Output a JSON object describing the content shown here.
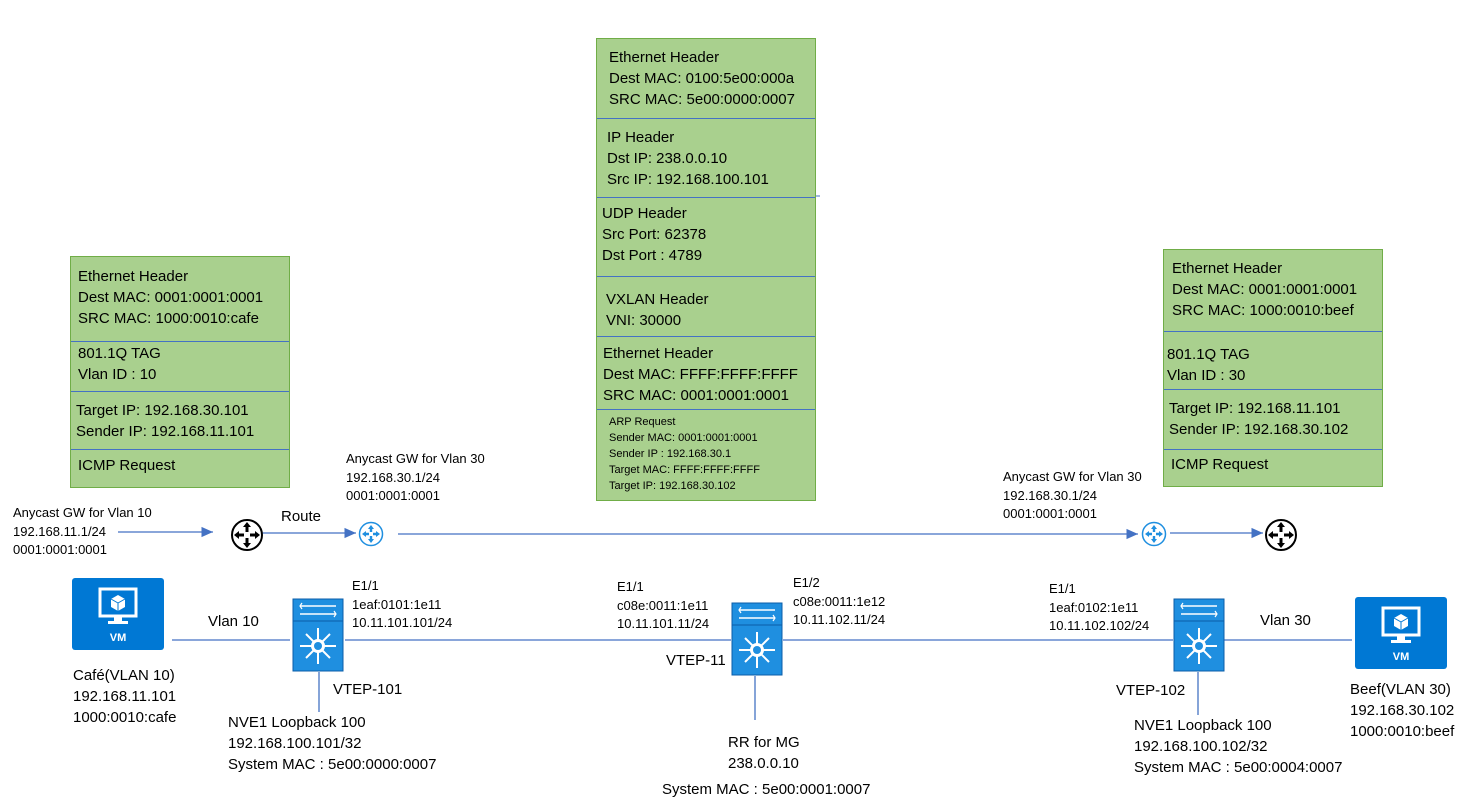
{
  "packets": {
    "left": {
      "sections": [
        {
          "lines": [
            "Ethernet Header",
            "Dest MAC: 0001:0001:0001",
            "SRC MAC: 1000:0010:cafe"
          ]
        },
        {
          "lines": [
            "801.1Q TAG",
            "Vlan ID : 10"
          ]
        },
        {
          "lines": [
            "Target  IP: 192.168.30.101",
            "Sender IP: 192.168.11.101"
          ]
        },
        {
          "lines": [
            "ICMP Request"
          ]
        }
      ]
    },
    "middle": {
      "sections": [
        {
          "lines": [
            "Ethernet Header",
            "Dest MAC: 0100:5e00:000a",
            "SRC MAC: 5e00:0000:0007"
          ]
        },
        {
          "lines": [
            "IP Header",
            "Dst IP: 238.0.0.10",
            "Src IP: 192.168.100.101"
          ]
        },
        {
          "lines": [
            "UDP Header",
            "Src Port: 62378",
            "Dst Port : 4789"
          ]
        },
        {
          "lines": [
            "VXLAN Header",
            "VNI: 30000"
          ]
        },
        {
          "lines": [
            "Ethernet Header",
            "Dest MAC: FFFF:FFFF:FFFF",
            "SRC MAC: 0001:0001:0001"
          ]
        },
        {
          "lines": [
            "ARP Request",
            "Sender MAC: 0001:0001:0001",
            "Sender IP : 192.168.30.1",
            "Target MAC: FFFF:FFFF:FFFF",
            "Target IP: 192.168.30.102"
          ]
        }
      ]
    },
    "right": {
      "sections": [
        {
          "lines": [
            "Ethernet Header",
            "Dest MAC: 0001:0001:0001",
            "SRC MAC: 1000:0010:beef"
          ]
        },
        {
          "lines": [
            "801.1Q TAG",
            "Vlan ID : 30"
          ]
        },
        {
          "lines": [
            "Target  IP: 192.168.11.101",
            "Sender IP: 192.168.30.102"
          ]
        },
        {
          "lines": [
            "ICMP Request"
          ]
        }
      ]
    }
  },
  "gateways": {
    "gw10": [
      "Anycast GW for Vlan 10",
      "192.168.11.1/24",
      "0001:0001:0001"
    ],
    "gw30_left": [
      "Anycast GW for Vlan 30",
      "192.168.30.1/24",
      "0001:0001:0001"
    ],
    "gw30_right": [
      "Anycast GW for Vlan 30",
      "192.168.30.1/24",
      "0001:0001:0001"
    ]
  },
  "route_label": "Route",
  "links": {
    "vlan10": "Vlan 10",
    "vlan30": "Vlan 30"
  },
  "interfaces": {
    "vtep101_e11": [
      "E1/1",
      "1eaf:0101:1e11",
      "10.11.101.101/24"
    ],
    "vtep11_e11": [
      "E1/1",
      "c08e:0011:1e11",
      "10.11.101.11/24"
    ],
    "vtep11_e12": [
      "E1/2",
      "c08e:0011:1e12",
      "10.11.102.11/24"
    ],
    "vtep102_e11": [
      "E1/1",
      "1eaf:0102:1e11",
      "10.11.102.102/24"
    ]
  },
  "devices": {
    "vtep101": "VTEP-101",
    "vtep11": "VTEP-11",
    "vtep102": "VTEP-102",
    "vm_label": "VM"
  },
  "hosts": {
    "cafe": [
      "Café(VLAN 10)",
      "192.168.11.101",
      "1000:0010:cafe"
    ],
    "beef": [
      "Beef(VLAN 30)",
      "192.168.30.102",
      "1000:0010:beef"
    ]
  },
  "loopbacks": {
    "vtep101": [
      "NVE1 Loopback 100",
      "192.168.100.101/32",
      "System MAC : 5e00:0000:0007"
    ],
    "vtep102": [
      "NVE1 Loopback 100",
      "192.168.100.102/32",
      "System MAC : 5e00:0004:0007"
    ]
  },
  "rr": [
    "RR for MG",
    "238.0.0.10"
  ],
  "spine_system_mac": "System MAC : 5e00:0001:0007",
  "colors": {
    "packet_fill": "#a9d08e",
    "packet_border": "#70ad47",
    "section_divider": "#4472c4",
    "link_line": "#4472c4",
    "vm_blue": "#0078d4",
    "switch_blue": "#1f8fe0"
  }
}
